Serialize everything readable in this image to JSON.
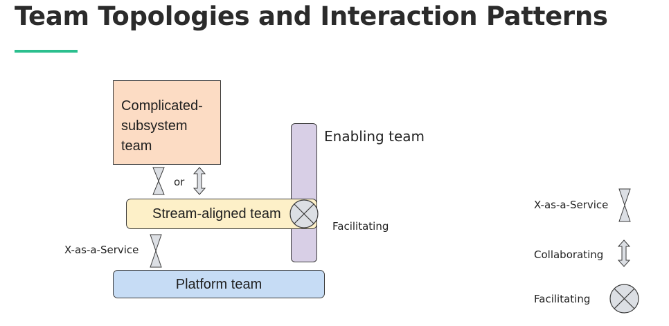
{
  "header": {
    "title": "Team Topologies and Interaction Patterns"
  },
  "diagram": {
    "teams": {
      "complicated_subsystem": "Complicated-subsystem team",
      "enabling": "Enabling team",
      "stream_aligned": "Stream-aligned team",
      "platform": "Platform team"
    },
    "labels": {
      "or": "or",
      "x_as_a_service": "X-as-a-Service",
      "facilitating": "Facilitating"
    }
  },
  "legend": {
    "items": [
      {
        "label": "X-as-a-Service",
        "icon": "x-as-a-service-icon"
      },
      {
        "label": "Collaborating",
        "icon": "collaborating-icon"
      },
      {
        "label": "Facilitating",
        "icon": "facilitating-icon"
      }
    ]
  },
  "colors": {
    "accent": "#2bbf8e",
    "complicated_subsystem": "#fcdcc4",
    "enabling": "#d8cfe6",
    "stream_aligned": "#fdf0c8",
    "platform": "#c6dcf5",
    "symbol_fill": "#dcdfe4"
  }
}
